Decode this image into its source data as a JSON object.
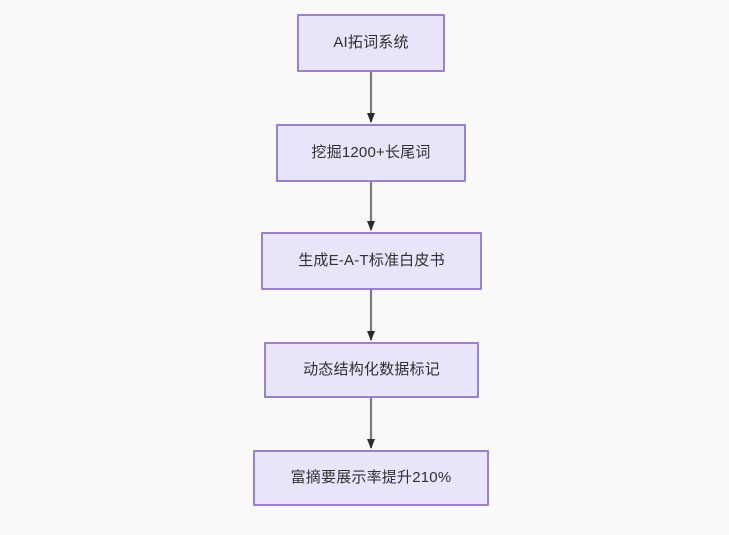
{
  "diagram": {
    "type": "flowchart",
    "direction": "top-to-bottom",
    "background_color": "#f9f9f9",
    "node_fill_color": "#e8e4fa",
    "node_border_color": "#9b7fd4",
    "node_text_color": "#303030",
    "edge_color": "#7a7a7a",
    "nodes": [
      {
        "id": "n0",
        "label": "AI拓词系统"
      },
      {
        "id": "n1",
        "label": "挖掘1200+长尾词"
      },
      {
        "id": "n2",
        "label": "生成E-A-T标准白皮书"
      },
      {
        "id": "n3",
        "label": "动态结构化数据标记"
      },
      {
        "id": "n4",
        "label": "富摘要展示率提升210%"
      }
    ],
    "edges": [
      {
        "from": "n0",
        "to": "n1",
        "label": "",
        "arrow": "arrow-down-icon"
      },
      {
        "from": "n1",
        "to": "n2",
        "label": "",
        "arrow": "arrow-down-icon"
      },
      {
        "from": "n2",
        "to": "n3",
        "label": "",
        "arrow": "arrow-down-icon"
      },
      {
        "from": "n3",
        "to": "n4",
        "label": "",
        "arrow": "arrow-down-icon"
      }
    ]
  }
}
